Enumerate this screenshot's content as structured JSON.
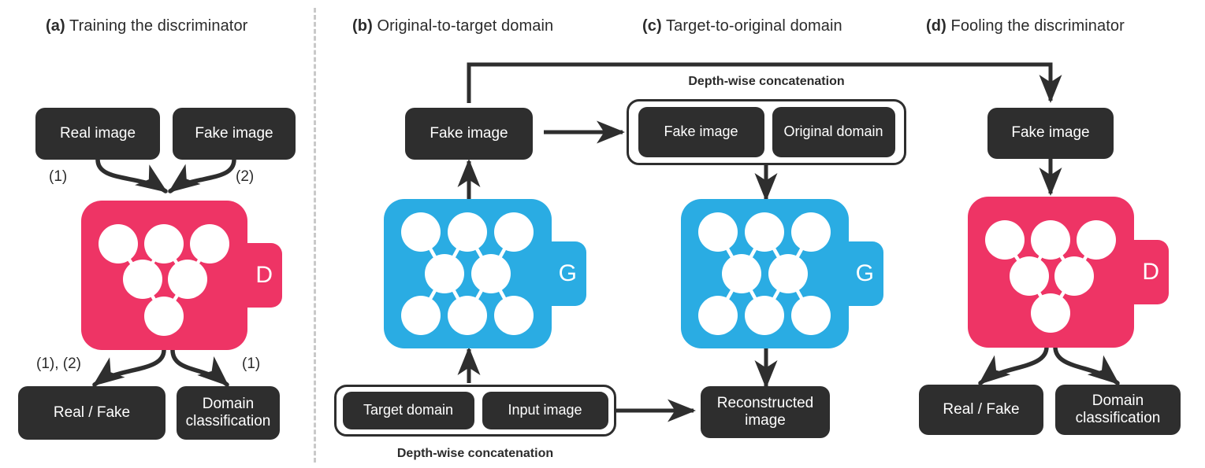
{
  "figure": {
    "background_color": "#ffffff",
    "colors": {
      "discriminator": "#ee3465",
      "generator": "#2aace3",
      "box_fill": "#2e2e2e",
      "box_text": "#ffffff",
      "line": "#2e2e2e",
      "divider": "#c9c9c9",
      "title_text": "#2b2b2b"
    }
  },
  "panels": [
    {
      "id": "a",
      "tag": "(a)",
      "title": "Training the discriminator",
      "network": {
        "label": "D",
        "kind": "discriminator",
        "layers": [
          3,
          2,
          1
        ]
      },
      "inputs": [
        {
          "label": "Real image",
          "step": "(1)"
        },
        {
          "label": "Fake image",
          "step": "(2)"
        }
      ],
      "outputs": [
        {
          "label": "Real / Fake",
          "step": "(1), (2)"
        },
        {
          "label": "Domain classification",
          "step": "(1)"
        }
      ]
    },
    {
      "id": "b",
      "tag": "(b)",
      "title": "Original-to-target domain",
      "network": {
        "label": "G",
        "kind": "generator",
        "layers": [
          3,
          2,
          3
        ]
      },
      "output_box": {
        "label": "Fake image"
      },
      "concat": {
        "caption": "Depth-wise concatenation",
        "caption_position": "below",
        "parts": [
          "Target domain",
          "Input image"
        ]
      }
    },
    {
      "id": "c",
      "tag": "(c)",
      "title": "Target-to-original domain",
      "network": {
        "label": "G",
        "kind": "generator",
        "layers": [
          3,
          2,
          3
        ]
      },
      "concat": {
        "caption": "Depth-wise concatenation",
        "caption_position": "above",
        "parts": [
          "Fake image",
          "Original domain"
        ]
      },
      "output_box": {
        "label": "Reconstructed image"
      }
    },
    {
      "id": "d",
      "tag": "(d)",
      "title": "Fooling the discriminator",
      "network": {
        "label": "D",
        "kind": "discriminator",
        "layers": [
          3,
          2,
          1
        ]
      },
      "input_box": {
        "label": "Fake image"
      },
      "outputs": [
        {
          "label": "Real / Fake"
        },
        {
          "label": "Domain classification"
        }
      ]
    }
  ],
  "labels": {
    "fake_image": "Fake image",
    "real_image": "Real image",
    "target_domain": "Target domain",
    "input_image": "Input image",
    "original_domain": "Original domain",
    "reconstructed_image": "Reconstructed image",
    "real_fake": "Real / Fake",
    "domain_classification": "Domain classification",
    "depth_wise_concatenation": "Depth-wise concatenation",
    "step_1": "(1)",
    "step_2": "(2)",
    "step_1_2": "(1), (2)",
    "net_d": "D",
    "net_g": "G"
  }
}
